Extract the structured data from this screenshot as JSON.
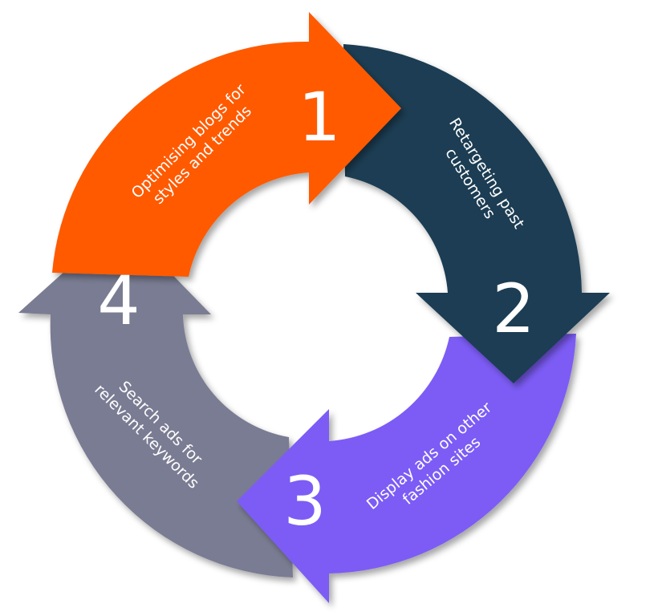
{
  "diagram": {
    "steps": [
      {
        "number": "1",
        "label_line1": "Optimising blogs for",
        "label_line2": "styles and trends",
        "color": "#FF5A00"
      },
      {
        "number": "2",
        "label_line1": "Retargeting past",
        "label_line2": "customers",
        "color": "#1A3D52"
      },
      {
        "number": "3",
        "label_line1": "Display ads on other",
        "label_line2": "fashion sites",
        "color": "#7B5CF5"
      },
      {
        "number": "4",
        "label_line1": "Search ads for",
        "label_line2": "relevant keywords",
        "color": "#7A7B93"
      }
    ]
  }
}
